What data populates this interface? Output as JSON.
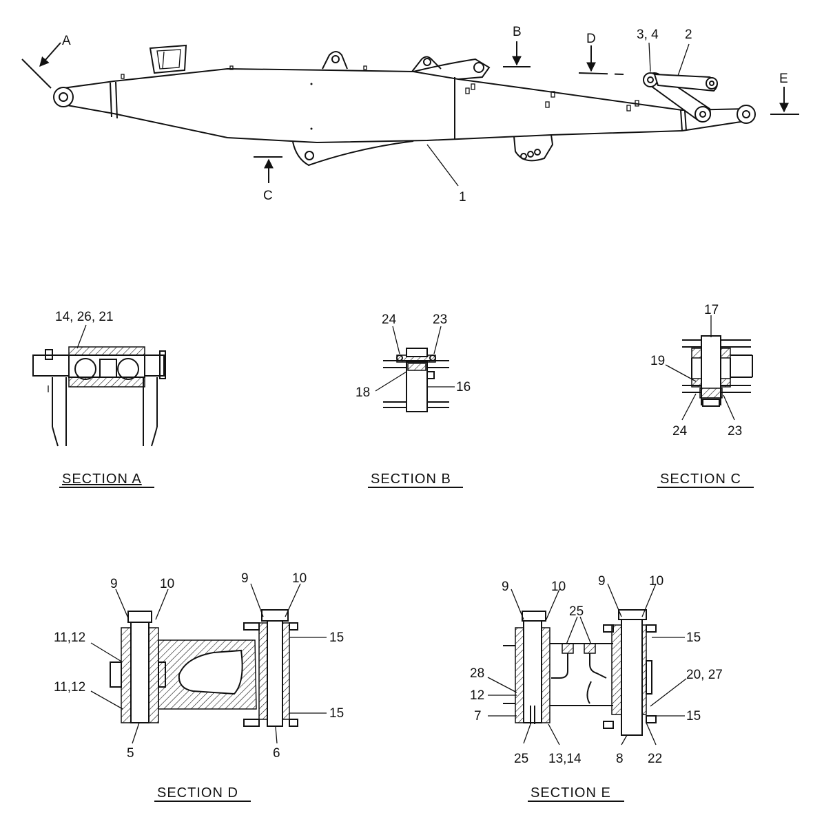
{
  "main_view": {
    "labels": {
      "A": "A",
      "B": "B",
      "C": "C",
      "D": "D",
      "E": "E",
      "item_34": "3, 4",
      "item_2": "2",
      "item_1": "1"
    }
  },
  "section_a": {
    "title": "SECTION  A",
    "labels": {
      "l1": "14, 26, 21"
    }
  },
  "section_b": {
    "title": "SECTION  B",
    "labels": {
      "l24": "24",
      "l23": "23",
      "l18": "18",
      "l16": "16"
    }
  },
  "section_c": {
    "title": "SECTION  C",
    "labels": {
      "l17": "17",
      "l19": "19",
      "l24": "24",
      "l23": "23"
    }
  },
  "section_d": {
    "title": "SECTION  D",
    "labels": {
      "l9a": "9",
      "l10a": "10",
      "l9b": "9",
      "l10b": "10",
      "l1112a": "11,12",
      "l1112b": "11,12",
      "l15a": "15",
      "l15b": "15",
      "l5": "5",
      "l6": "6"
    }
  },
  "section_e": {
    "title": "SECTION  E",
    "labels": {
      "l9a": "9",
      "l10a": "10",
      "l9b": "9",
      "l10b": "10",
      "l25top": "25",
      "l15a": "15",
      "l2027": "20, 27",
      "l15b": "15",
      "l28": "28",
      "l12": "12",
      "l7": "7",
      "l25": "25",
      "l1314": "13,14",
      "l8": "8",
      "l22": "22"
    }
  }
}
